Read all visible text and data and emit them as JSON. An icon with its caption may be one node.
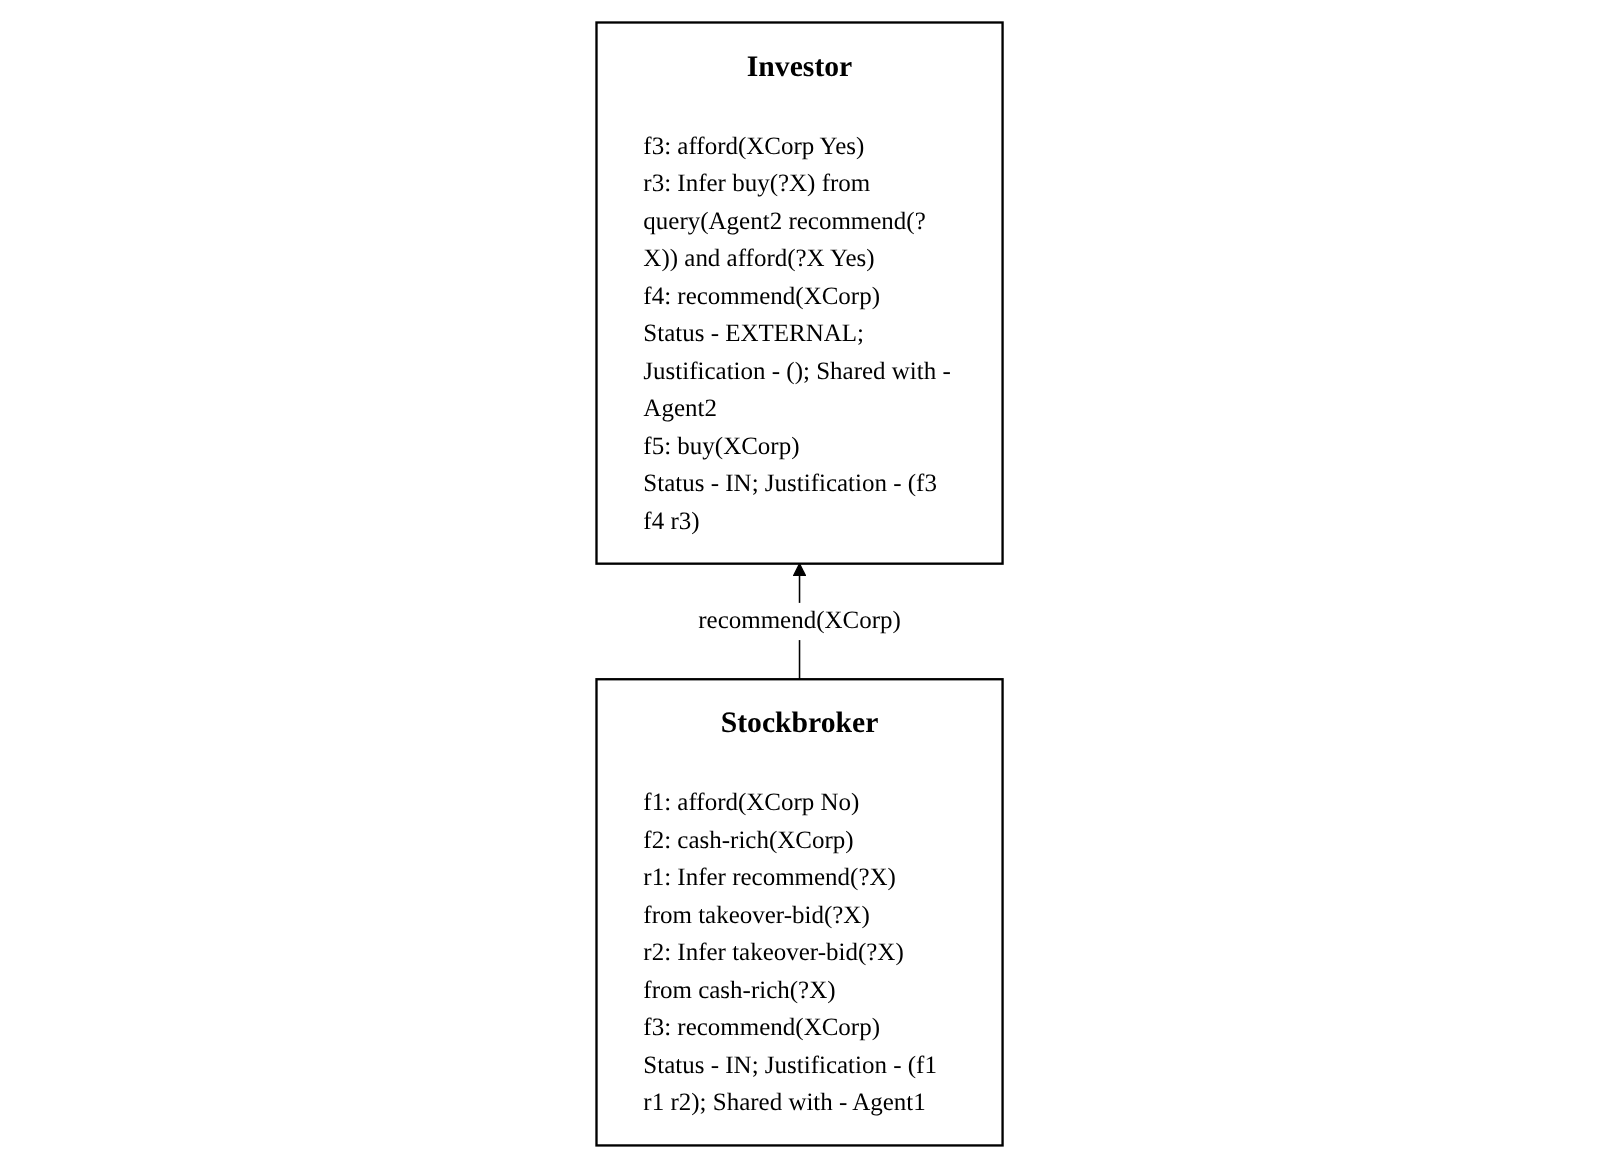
{
  "diagram": {
    "nodes": [
      {
        "text": [
          "Investor",
          "f3: afford(XCorp Yes)",
          "r3: Infer buy(?X) from query(Agent2 recommend(?X)) and afford(?X Yes)",
          "f4: recommend(XCorp)",
          "Status - EXTERNAL; Justification - (); Shared with - Agent2",
          "f5: buy(XCorp)",
          "Status - IN; Justification - (f3 f4 r3)"
        ]
      },
      {
        "text": [
          "Stockbroker",
          "f1: afford(XCorp No)",
          "f2: cash-rich(XCorp)",
          "r1: Infer recommend(?X) from takeover-bid(?X)",
          "r2: Infer takeover-bid(?X) from cash-rich(?X)",
          "f3: recommend(XCorp)",
          "Status - IN; Justification - (f1 r1 r2); Shared with - Agent1"
        ]
      }
    ],
    "edges": [
      {
        "from": 1,
        "to": 0,
        "arrow": "to",
        "label": "recommend(XCorp)"
      }
    ]
  }
}
